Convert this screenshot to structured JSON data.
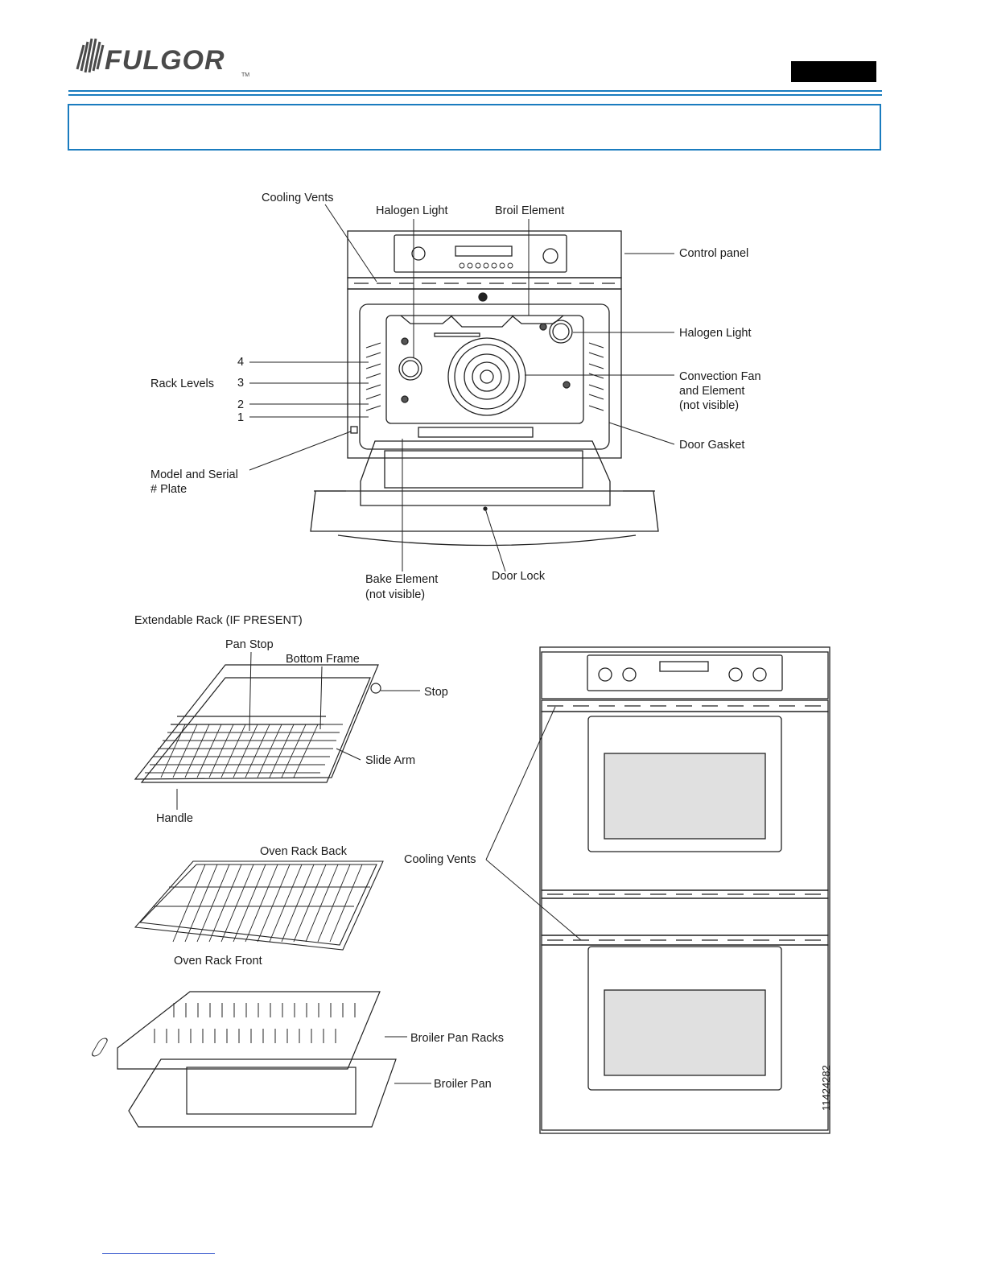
{
  "header": {
    "brand": "FULGOR",
    "brand_tm": "TM"
  },
  "labels": {
    "cooling_vents_top": "Cooling Vents",
    "halogen_light_top": "Halogen Light",
    "broil_element": "Broil Element",
    "control_panel": "Control panel",
    "halogen_light_right": "Halogen Light",
    "convection_fan_1": "Convection Fan",
    "convection_fan_2": "and Element",
    "convection_fan_3": "(not visible)",
    "door_gasket": "Door Gasket",
    "rack_levels": "Rack Levels",
    "rack_4": "4",
    "rack_3": "3",
    "rack_2": "2",
    "rack_1": "1",
    "model_serial_1": "Model and Serial",
    "model_serial_2": "# Plate",
    "bake_element_1": "Bake Element",
    "bake_element_2": "(not visible)",
    "door_lock": "Door Lock",
    "extendable_rack": "Extendable Rack (IF PRESENT)",
    "pan_stop": "Pan Stop",
    "bottom_frame": "Bottom Frame",
    "stop": "Stop",
    "slide_arm": "Slide Arm",
    "handle": "Handle",
    "oven_rack_back": "Oven Rack Back",
    "oven_rack_front": "Oven Rack Front",
    "cooling_vents_bottom": "Cooling Vents",
    "broiler_pan_racks": "Broiler Pan Racks",
    "broiler_pan": "Broiler Pan",
    "part_number": "11424282"
  }
}
